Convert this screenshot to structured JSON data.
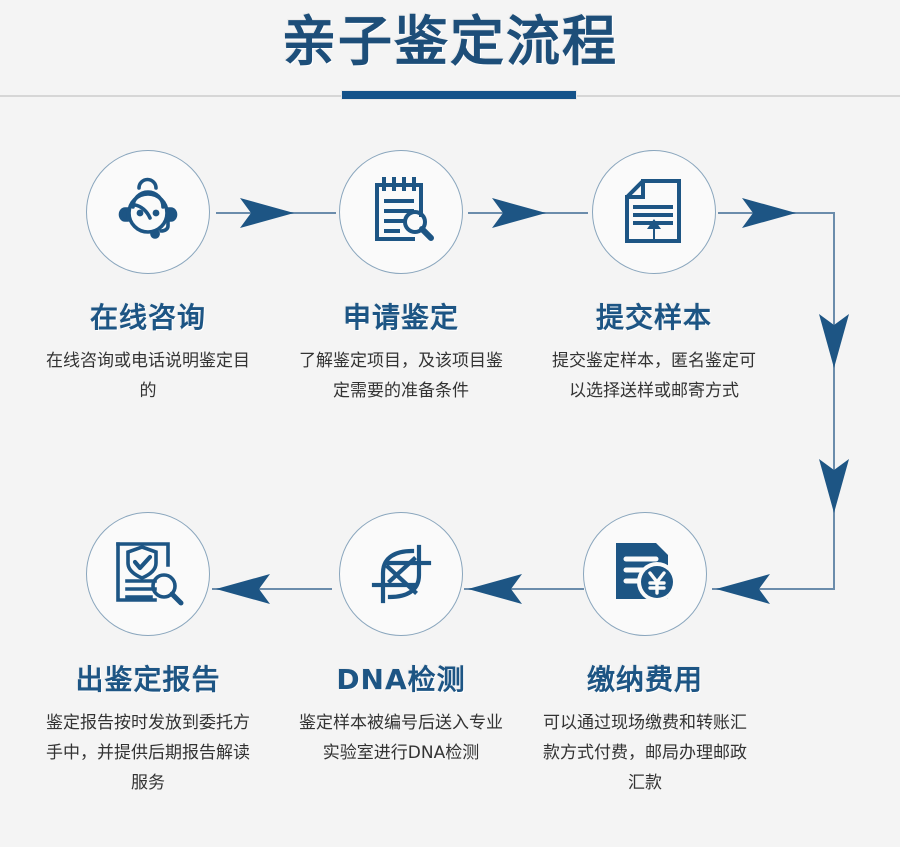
{
  "page": {
    "title": "亲子鉴定流程",
    "background_color": "#f4f4f4",
    "accent_color": "#1d5584",
    "bar_color": "#145289",
    "line_color": "#6b8cab",
    "circle_border_color": "#8aa6bd"
  },
  "steps": [
    {
      "index": "1",
      "icon": "headset-operator-icon",
      "title": "在线咨询",
      "desc": "在线咨询或电话说明鉴定目的"
    },
    {
      "index": "2",
      "icon": "clipboard-search-icon",
      "title": "申请鉴定",
      "desc": "了解鉴定项目，及该项目鉴定需要的准备条件"
    },
    {
      "index": "3",
      "icon": "document-upload-icon",
      "title": "提交样本",
      "desc": "提交鉴定样本，匿名鉴定可以选择送样或邮寄方式"
    },
    {
      "index": "4",
      "icon": "invoice-yen-icon",
      "title": "缴纳费用",
      "desc": "可以通过现场缴费和转账汇款方式付费，邮局办理邮政汇款"
    },
    {
      "index": "5",
      "icon": "dna-helix-icon",
      "title": "DNA检测",
      "desc": "鉴定样本被编号后送入专业实验室进行DNA检测"
    },
    {
      "index": "6",
      "icon": "report-shield-search-icon",
      "title": "出鉴定报告",
      "desc": "鉴定报告按时发放到委托方手中，并提供后期报告解读服务"
    }
  ],
  "connectors": [
    {
      "name": "arrow-step1-to-step2",
      "direction": "right"
    },
    {
      "name": "arrow-step2-to-step3",
      "direction": "right"
    },
    {
      "name": "arrow-step3-to-wrap",
      "direction": "right"
    },
    {
      "name": "arrow-wrap-down-1",
      "direction": "down"
    },
    {
      "name": "arrow-wrap-down-2",
      "direction": "down"
    },
    {
      "name": "arrow-wrap-to-step4",
      "direction": "left"
    },
    {
      "name": "arrow-step4-to-step5",
      "direction": "left"
    },
    {
      "name": "arrow-step5-to-step6",
      "direction": "left"
    }
  ]
}
